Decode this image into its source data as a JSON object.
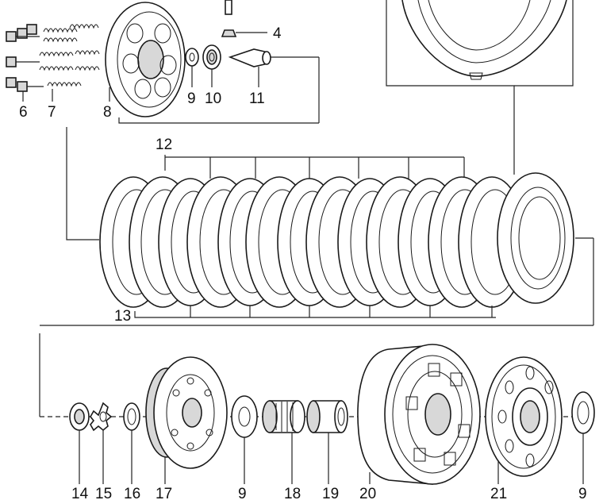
{
  "labels": {
    "l4": "4",
    "l6": "6",
    "l7": "7",
    "l8": "8",
    "l9a": "9",
    "l10": "10",
    "l11": "11",
    "l12": "12",
    "l13": "13",
    "l14": "14",
    "l15": "15",
    "l16": "16",
    "l17": "17",
    "l9b": "9",
    "l18": "18",
    "l19": "19",
    "l20": "20",
    "l21": "21",
    "l9c": "9"
  }
}
